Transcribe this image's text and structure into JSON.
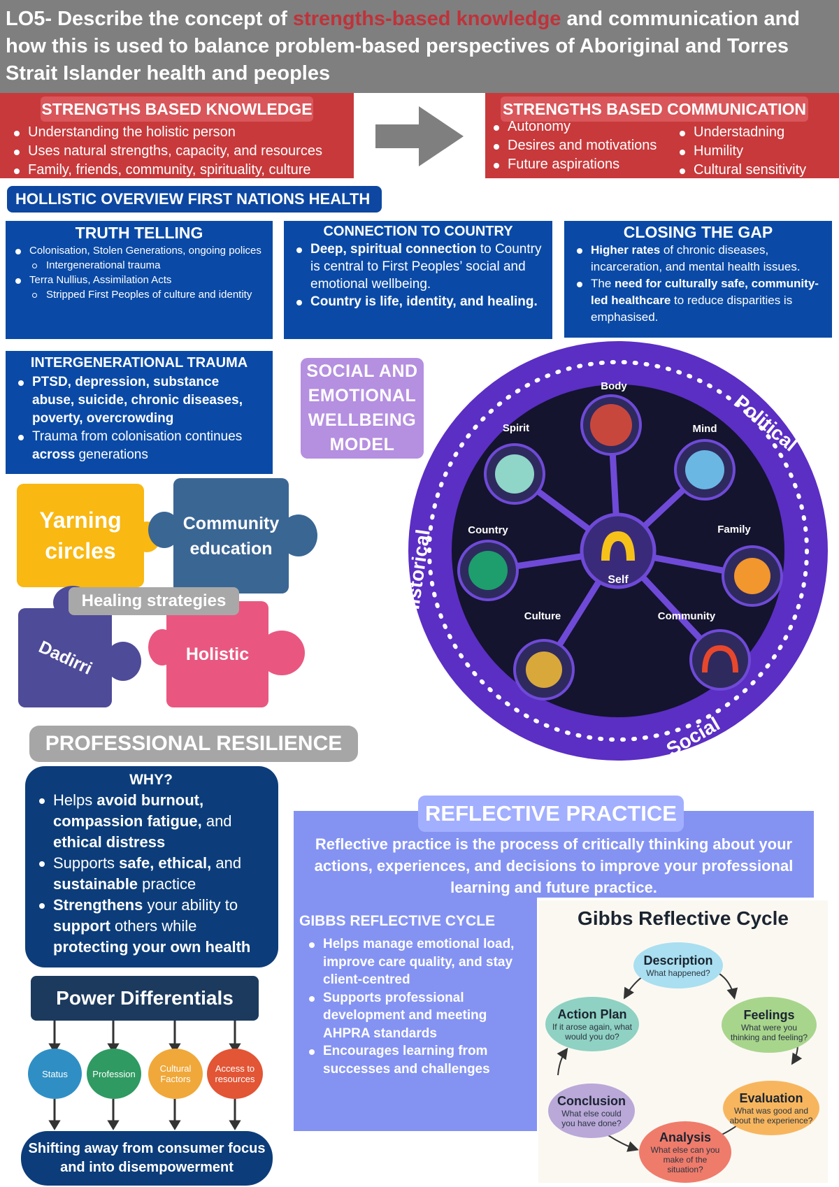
{
  "header": {
    "pre": "LO5-  Describe the concept of ",
    "highlight": "strengths-based knowledge",
    "post": " and communication and how this is used to balance problem-based perspectives of Aboriginal and Torres Strait Islander health and peoples"
  },
  "sbk": {
    "title": "STRENGTHS BASED KNOWLEDGE",
    "items": [
      "Understanding the holistic person",
      "Uses natural strengths, capacity, and resources",
      "Family, friends, community, spirituality, culture"
    ]
  },
  "sbc": {
    "title": "STRENGTHS BASED COMMUNICATION",
    "col1": [
      "Autonomy",
      "Desires and motivations",
      "Future aspirations"
    ],
    "col2": [
      "Understadning",
      "Humility",
      "Cultural sensitivity"
    ]
  },
  "overview_title": "HOLLISTIC OVERVIEW FIRST NATIONS HEALTH",
  "truth": {
    "title": "TRUTH TELLING",
    "i1": "Colonisation, Stolen Generations, ongoing polices",
    "i1a": "Intergenerational trauma",
    "i2": "Terra Nullius, Assimilation Acts",
    "i2a": "Stripped First Peoples of culture and identity"
  },
  "country": {
    "title": "CONNECTION TO COUNTRY",
    "i1b": "Deep, spiritual connection",
    "i1": " to Country is central to First Peoples’ social and emotional wellbeing.",
    "i2b": "Country is life, identity, and healing."
  },
  "gap": {
    "title": "CLOSING THE GAP",
    "i1b": "Higher rates",
    "i1": " of chronic diseases, incarceration, and mental health issues.",
    "i2a": "The ",
    "i2b": "need for culturally safe, community-led healthcare",
    "i2c": " to reduce disparities is emphasised."
  },
  "trauma": {
    "title": "INTERGENERATIONAL TRAUMA",
    "i1": "PTSD, depression, substance abuse, suicide, chronic diseases, poverty, overcrowding",
    "i2a": "Trauma from colonisation continues ",
    "i2b": "across",
    "i2c": " generations"
  },
  "sewb_label": "SOCIAL AND EMOTIONAL WELLBEING MODEL",
  "sewb": {
    "center": "Self",
    "nodes": [
      "Body",
      "Mind",
      "Family",
      "Community",
      "Culture",
      "Country",
      "Spirit"
    ],
    "ring_labels": [
      "Political",
      "Social",
      "Historical"
    ]
  },
  "healing": {
    "p1": "Yarning circles",
    "p2": "Community education",
    "p3": "Dadirri",
    "p4": "Holistic",
    "label": "Healing strategies"
  },
  "resilience": {
    "title": "PROFESSIONAL RESILIENCE",
    "why": "WHY?",
    "i1a": "Helps ",
    "i1b": "avoid burnout, compassion fatigue,",
    "i1c": " and ",
    "i1d": "ethical distress",
    "i2a": "Supports ",
    "i2b": "safe, ethical,",
    "i2c": " and ",
    "i2d": "sustainable",
    "i2e": " practice",
    "i3a": "Strengthens",
    "i3b": " your ability to ",
    "i3c": "support",
    "i3d": " others while ",
    "i3e": "protecting your own health"
  },
  "power": {
    "title": "Power Differentials",
    "nodes": [
      "Status",
      "Profession",
      "Cultural Factors",
      "Access to resources"
    ],
    "node_colors": [
      "#2f8fc4",
      "#2f9a62",
      "#f0a83a",
      "#e25535"
    ],
    "bottom": "Shifting away from consumer focus and into disempowerment"
  },
  "reflective": {
    "title": "REFLECTIVE PRACTICE",
    "desc": "Reflective practice is the process of critically thinking about your actions, experiences, and decisions to improve your professional learning and future practice.",
    "gibbs_title": "GIBBS REFLECTIVE CYCLE",
    "g1": "Helps manage emotional load, improve care quality, and stay client-centred",
    "g2": "Supports professional development and meeting AHPRA standards",
    "g3": "Encourages learning from successes and challenges"
  },
  "gibbs": {
    "title": "Gibbs Reflective Cycle",
    "steps": [
      {
        "t": "Description",
        "s": "What happened?",
        "color": "#a9dff0"
      },
      {
        "t": "Feelings",
        "s": "What were you thinking and feeling?",
        "color": "#a8d58c"
      },
      {
        "t": "Evaluation",
        "s": "What was good and about the experience?",
        "color": "#f7b65e"
      },
      {
        "t": "Analysis",
        "s": "What else can you make of the situation?",
        "color": "#ef7b6b"
      },
      {
        "t": "Conclusion",
        "s": "What else could you have done?",
        "color": "#b9a8d8"
      },
      {
        "t": "Action Plan",
        "s": "If it arose again, what would you do?",
        "color": "#8fd1c3"
      }
    ]
  }
}
